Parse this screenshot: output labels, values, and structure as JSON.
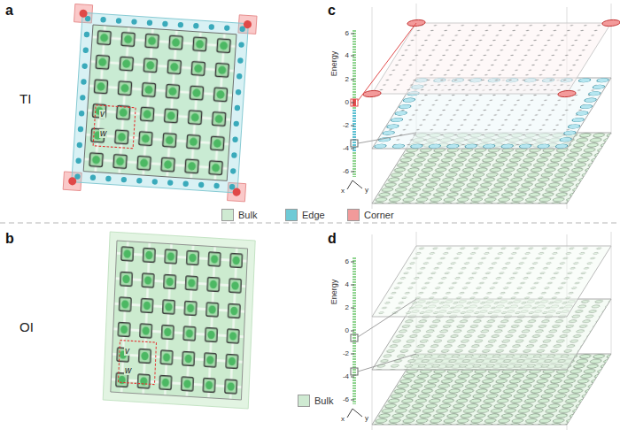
{
  "diagram": {
    "labels": [
      "a",
      "TI",
      "v",
      "w",
      "b",
      "OI",
      "v",
      "w",
      "c",
      "Energy",
      "6",
      "4",
      "2",
      "0",
      "-2",
      "-4",
      "-6",
      "x",
      "y",
      "d",
      "Energy",
      "6",
      "4",
      "2",
      "0",
      "-2",
      "-4",
      "-6",
      "x",
      "y"
    ],
    "legend": [
      {
        "text": "Bulk",
        "color": "#cfead2"
      },
      {
        "text": "Edge",
        "color": "#6ecad6"
      },
      {
        "text": "Corner",
        "color": "#f19a9a"
      },
      {
        "text": "Bulk",
        "color": "#cfead2"
      }
    ]
  }
}
